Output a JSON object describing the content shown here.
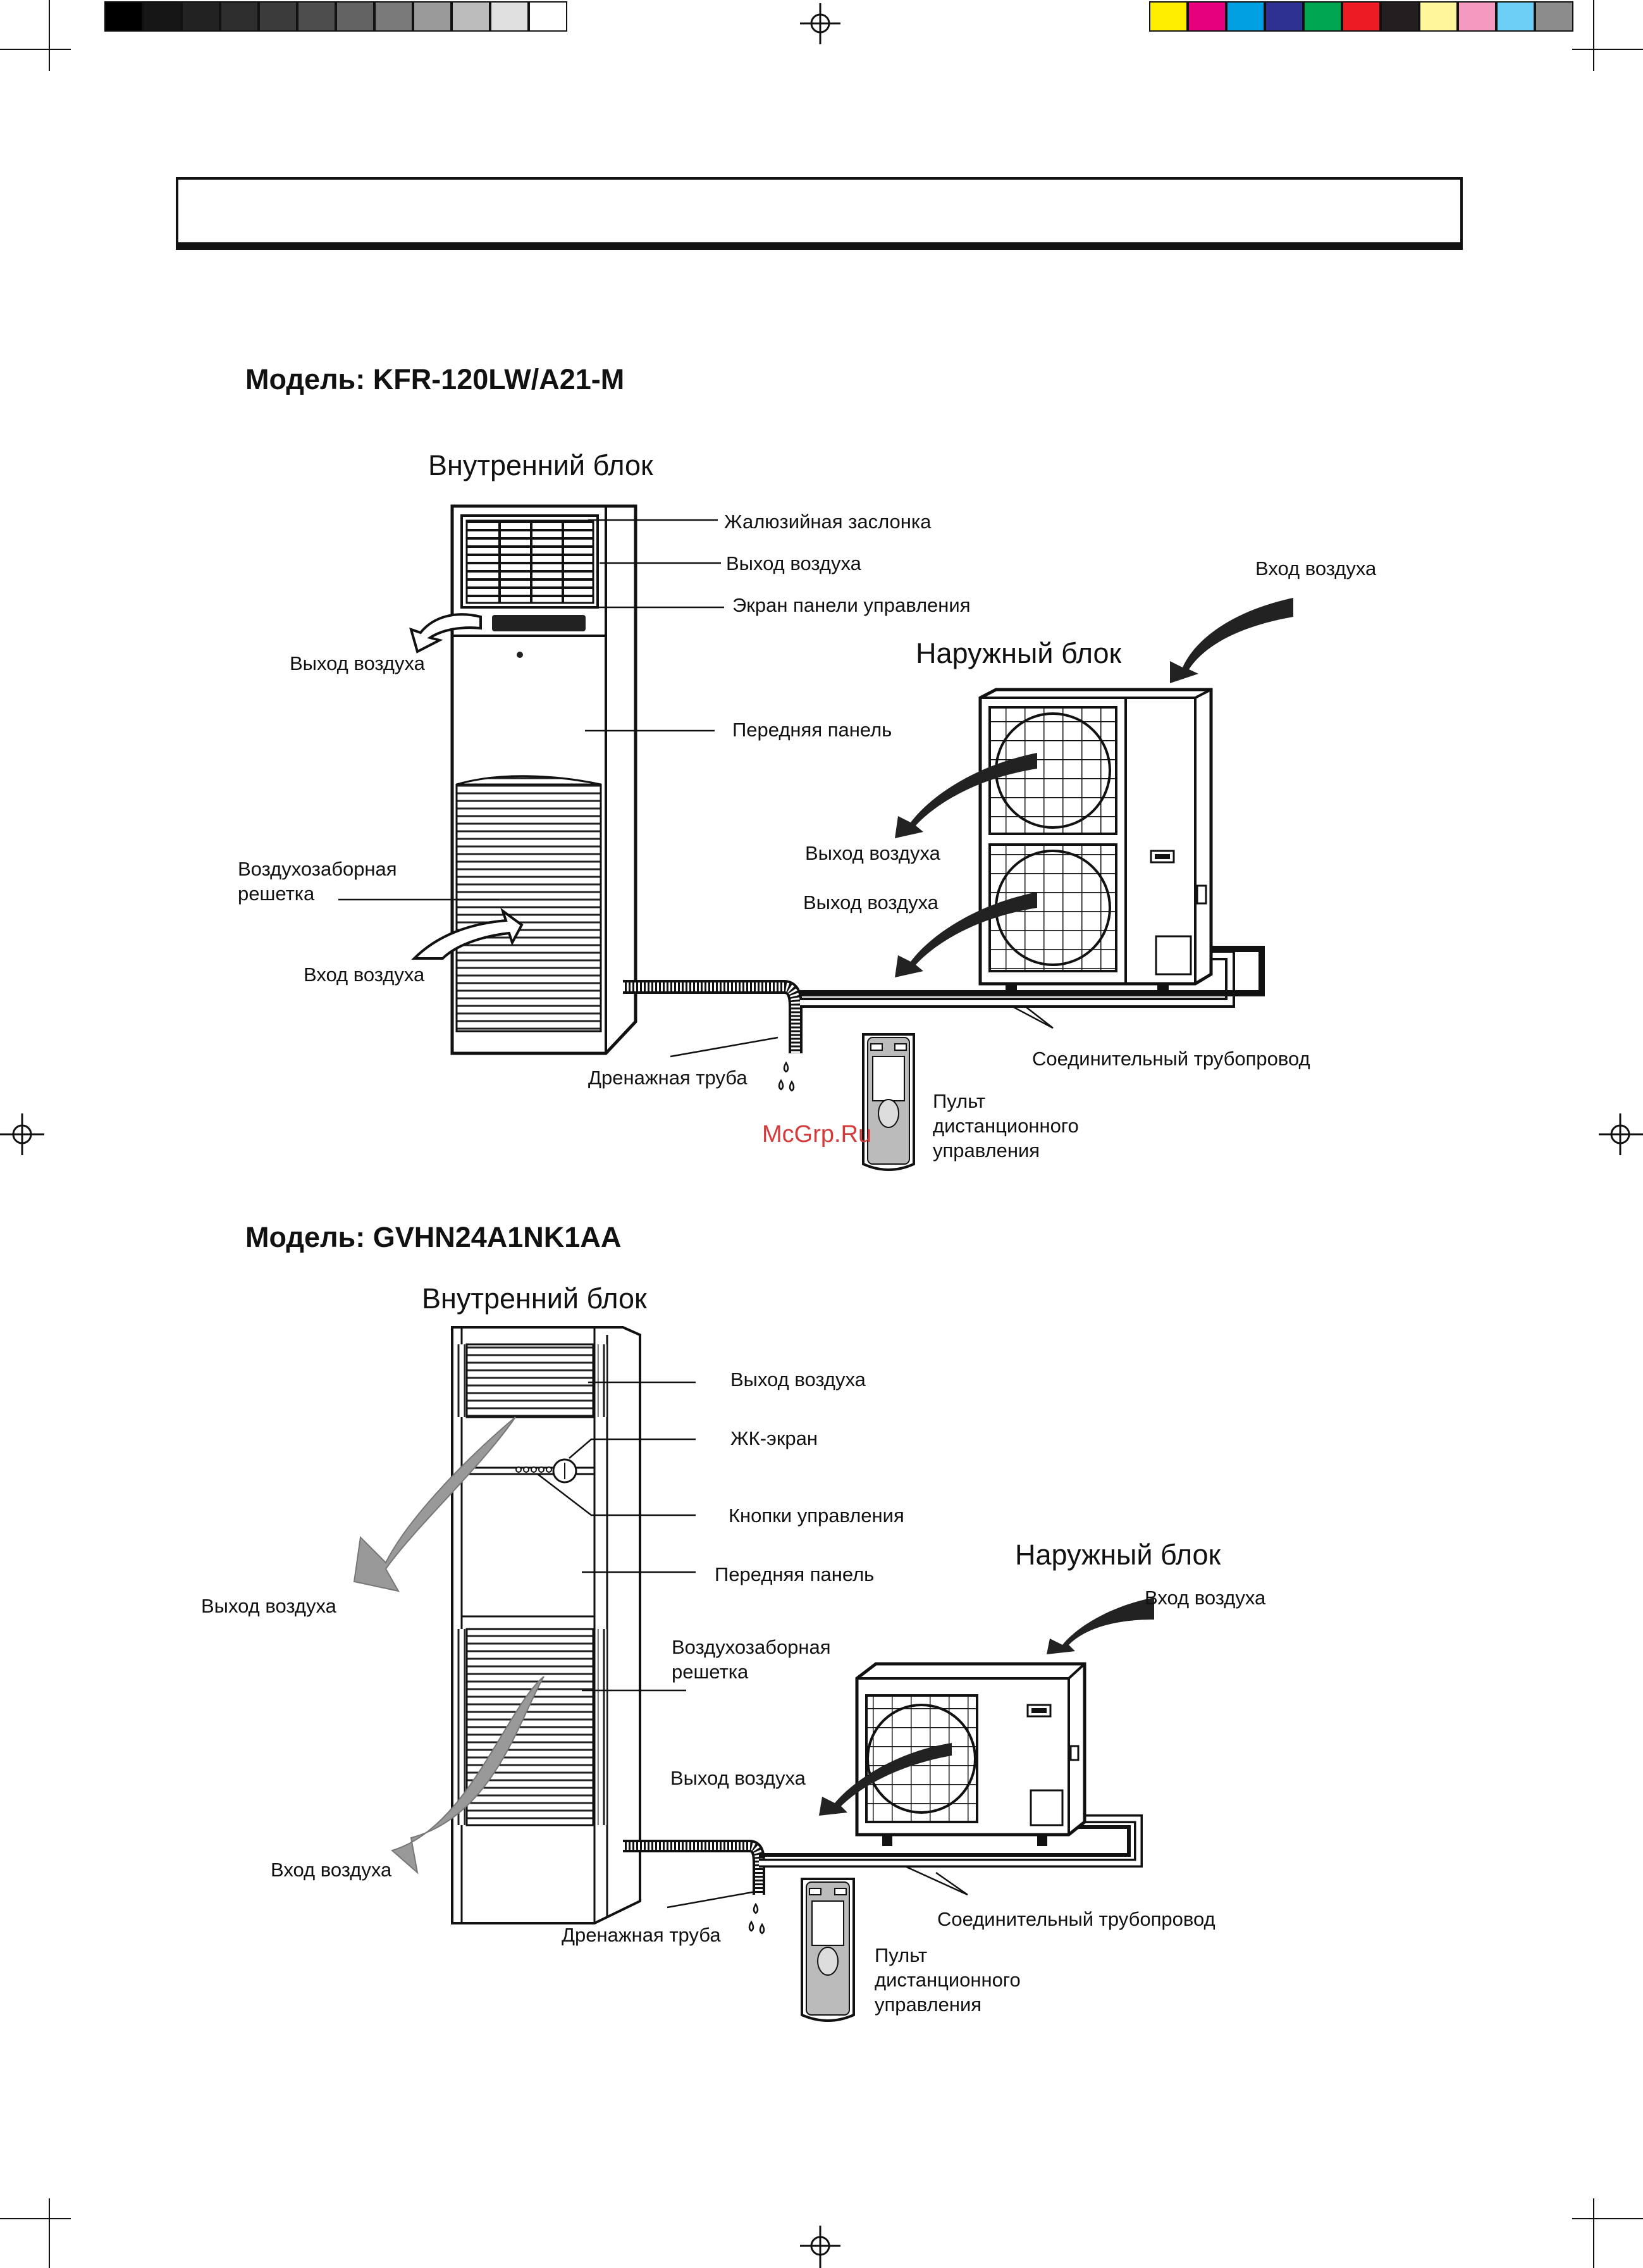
{
  "page": {
    "watermark": "McGrp.Ru",
    "gray_swatches": [
      "#000000",
      "#161616",
      "#222222",
      "#2e2e2e",
      "#3b3b3b",
      "#4d4d4d",
      "#636363",
      "#7a7a7a",
      "#9a9a9a",
      "#bcbcbc",
      "#e0e0e0",
      "#ffffff"
    ],
    "color_swatches": [
      "#ffee00",
      "#e6007e",
      "#00a0e3",
      "#2e3192",
      "#00a651",
      "#ed1c24",
      "#231f20",
      "#fff799",
      "#f49ac1",
      "#6dcff6",
      "#8c8c8c"
    ]
  },
  "section1": {
    "model": "Модель: KFR-120LW/A21-M",
    "indoor_title": "Внутренний блок",
    "outdoor_title": "Наружный блок",
    "labels": {
      "louver": "Жалюзийная заслонка",
      "air_out_top": "Выход воздуха",
      "control_screen": "Экран панели управления",
      "air_out_left": "Выход воздуха",
      "front_panel": "Передняя панель",
      "intake_grille": "Воздухозаборная\nрешетка",
      "air_in_left": "Вход воздуха",
      "drain_pipe": "Дренажная труба",
      "air_in_outdoor": "Вход воздуха",
      "air_out_outdoor_1": "Выход воздуха",
      "air_out_outdoor_2": "Выход воздуха",
      "connecting_pipe": "Соединительный трубопровод",
      "remote": "Пульт\nдистанционного\nуправления"
    }
  },
  "section2": {
    "model": "Модель: GVHN24A1NK1AA",
    "indoor_title": "Внутренний блок",
    "outdoor_title": "Наружный блок",
    "labels": {
      "air_out_top": "Выход воздуха",
      "lcd": "ЖК-экран",
      "buttons": "Кнопки управления",
      "front_panel": "Передняя панель",
      "air_out_left": "Выход воздуха",
      "intake_grille": "Воздухозаборная\nрешетка",
      "air_out_outdoor": "Выход воздуха",
      "air_in_left": "Вход воздуха",
      "air_in_outdoor": "Вход воздуха",
      "drain_pipe": "Дренажная труба",
      "connecting_pipe": "Соединительный трубопровод",
      "remote": "Пульт\nдистанционного\nуправления"
    }
  }
}
